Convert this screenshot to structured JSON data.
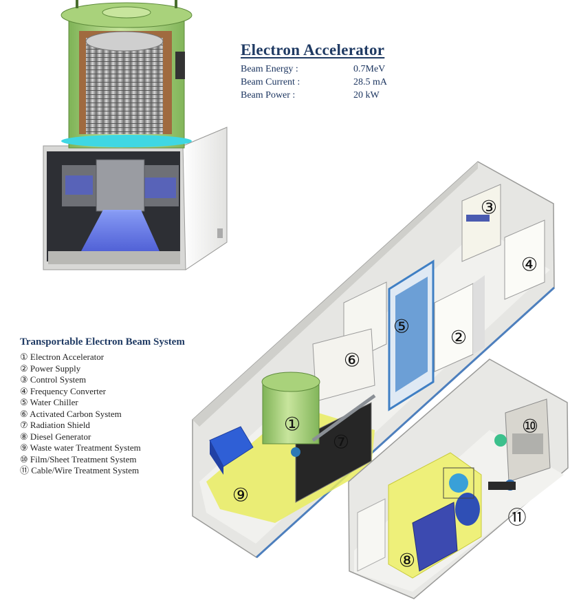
{
  "spec_panel": {
    "title": "Electron Accelerator",
    "rows": [
      {
        "label": "Beam Energy :",
        "value": "0.7MeV"
      },
      {
        "label": "Beam Current :",
        "value": "28.5 mA"
      },
      {
        "label": "Beam Power :",
        "value": "20 kW"
      }
    ]
  },
  "legend": {
    "title": "Transportable Electron Beam System",
    "items": [
      "① Electron Accelerator",
      "② Power Supply",
      "③ Control System",
      "④ Frequency Converter",
      "⑤ Water Chiller",
      "⑥ Activated Carbon System",
      "⑦ Radiation Shield",
      "⑧ Diesel Generator",
      "⑨ Waste water Treatment  System",
      "⑩ Film/Sheet Treatment System",
      "⑪ Cable/Wire Treatment System"
    ]
  },
  "callouts": [
    "①",
    "②",
    "③",
    "④",
    "⑤",
    "⑥",
    "⑦",
    "⑧",
    "⑨",
    "⑩",
    "⑪"
  ],
  "colors": {
    "accelerator_green": "#b8dc8c",
    "shield_yellow": "#eef07a",
    "container_gray": "#dcdcd8",
    "chiller_blue": "#3f7fc4",
    "beam_blue": "#6f8dff",
    "title_navy": "#1f3a63"
  }
}
